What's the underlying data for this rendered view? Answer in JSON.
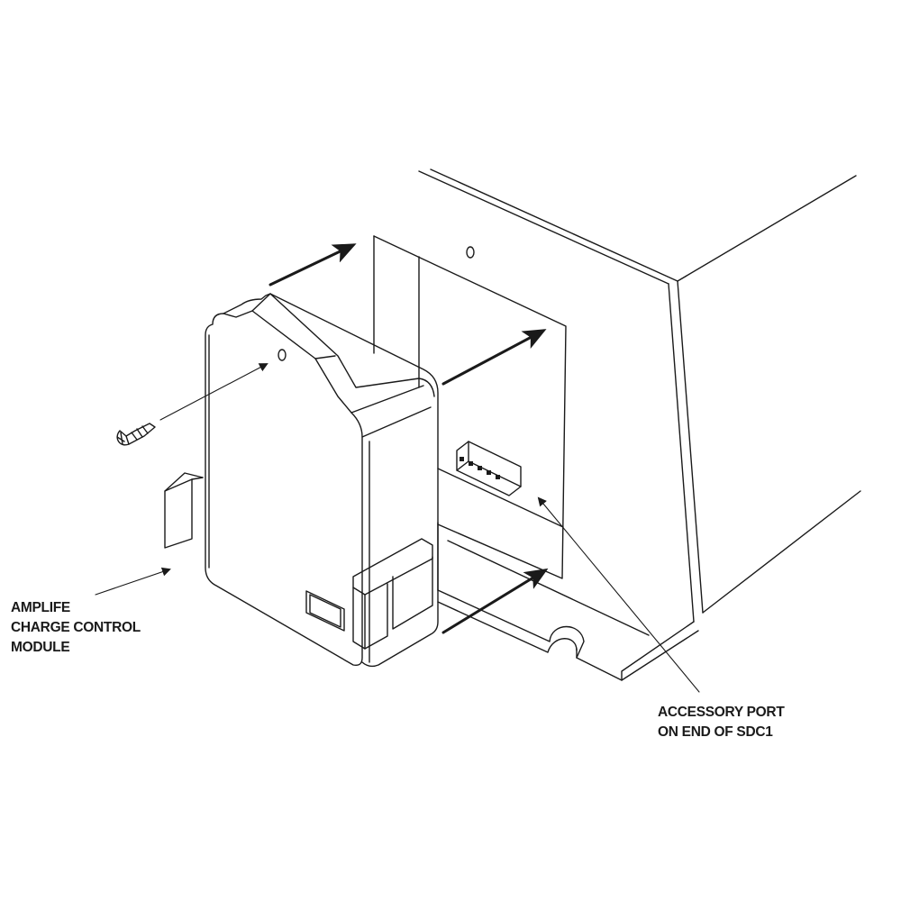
{
  "labels": {
    "module": [
      "AMPLIFE",
      "CHARGE CONTROL",
      "MODULE"
    ],
    "port": [
      "ACCESSORY PORT",
      "ON END OF SDC1"
    ]
  },
  "colors": {
    "line": "#1a1a1a",
    "background": "#ffffff"
  }
}
